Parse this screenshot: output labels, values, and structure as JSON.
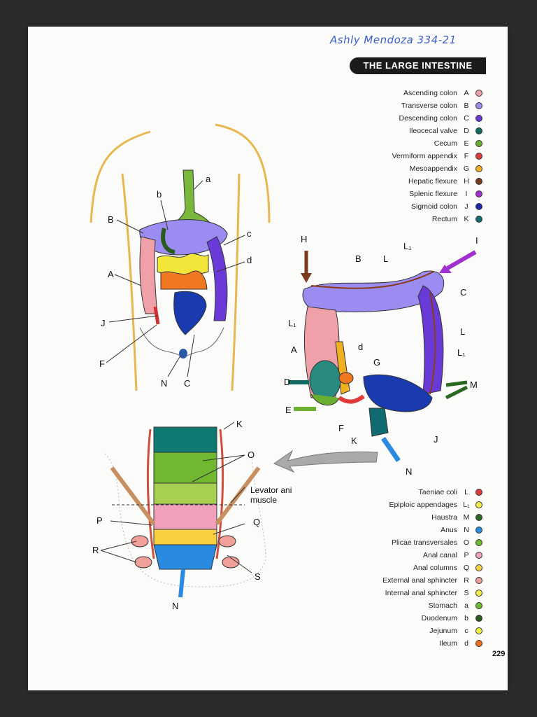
{
  "signature": "Ashly Mendoza  334-21",
  "title": "THE LARGE INTESTINE",
  "page_number": "229",
  "legend_top": [
    {
      "name": "Ascending colon",
      "letter": "A",
      "color": "#f0a0a8"
    },
    {
      "name": "Transverse colon",
      "letter": "B",
      "color": "#9a8cf0"
    },
    {
      "name": "Descending colon",
      "letter": "C",
      "color": "#6a3ad8"
    },
    {
      "name": "Ileocecal valve",
      "letter": "D",
      "color": "#0f6a62"
    },
    {
      "name": "Cecum",
      "letter": "E",
      "color": "#6ab030"
    },
    {
      "name": "Vermiform appendix",
      "letter": "F",
      "color": "#e03a3a"
    },
    {
      "name": "Mesoappendix",
      "letter": "G",
      "color": "#f0b020"
    },
    {
      "name": "Hepatic flexure",
      "letter": "H",
      "color": "#7a3a20"
    },
    {
      "name": "Splenic flexure",
      "letter": "I",
      "color": "#a030d0"
    },
    {
      "name": "Sigmoid colon",
      "letter": "J",
      "color": "#1a2aa8"
    },
    {
      "name": "Rectum",
      "letter": "K",
      "color": "#0f6a72"
    }
  ],
  "legend_bottom": [
    {
      "name": "Taeniae coli",
      "letter": "L",
      "color": "#e03a3a"
    },
    {
      "name": "Epiploic appendages",
      "letter": "L₁",
      "color": "#f0f040"
    },
    {
      "name": "Haustra",
      "letter": "M",
      "color": "#2a6a20"
    },
    {
      "name": "Anus",
      "letter": "N",
      "color": "#2a8ae0"
    },
    {
      "name": "Plicae transversales",
      "letter": "O",
      "color": "#70b830"
    },
    {
      "name": "Anal canal",
      "letter": "P",
      "color": "#f0a0b8"
    },
    {
      "name": "Anal columns",
      "letter": "Q",
      "color": "#f8d040"
    },
    {
      "name": "External anal sphincter",
      "letter": "R",
      "color": "#f0a098"
    },
    {
      "name": "Internal anal sphincter",
      "letter": "S",
      "color": "#f0f040"
    },
    {
      "name": "Stomach",
      "letter": "a",
      "color": "#70b830"
    },
    {
      "name": "Duodenum",
      "letter": "b",
      "color": "#2a5a20"
    },
    {
      "name": "Jejunum",
      "letter": "c",
      "color": "#f0f040"
    },
    {
      "name": "Ileum",
      "letter": "d",
      "color": "#f07020"
    }
  ],
  "torso_labels": {
    "a": "a",
    "b": "b",
    "B": "B",
    "c": "c",
    "d": "d",
    "A": "A",
    "J": "J",
    "F": "F",
    "N": "N",
    "C": "C"
  },
  "colon_labels": {
    "H": "H",
    "L1a": "L₁",
    "I": "I",
    "B": "B",
    "L": "L",
    "C": "C",
    "L1b": "L₁",
    "L2": "L",
    "A": "A",
    "d": "d",
    "G": "G",
    "L1c": "L₁",
    "D": "D",
    "M": "M",
    "E": "E",
    "F": "F",
    "K": "K",
    "J": "J",
    "N": "N"
  },
  "rectum_labels": {
    "K": "K",
    "O": "O",
    "levator": "Levator ani",
    "muscle": "muscle",
    "P": "P",
    "Q": "Q",
    "R": "R",
    "S": "S",
    "N": "N"
  }
}
